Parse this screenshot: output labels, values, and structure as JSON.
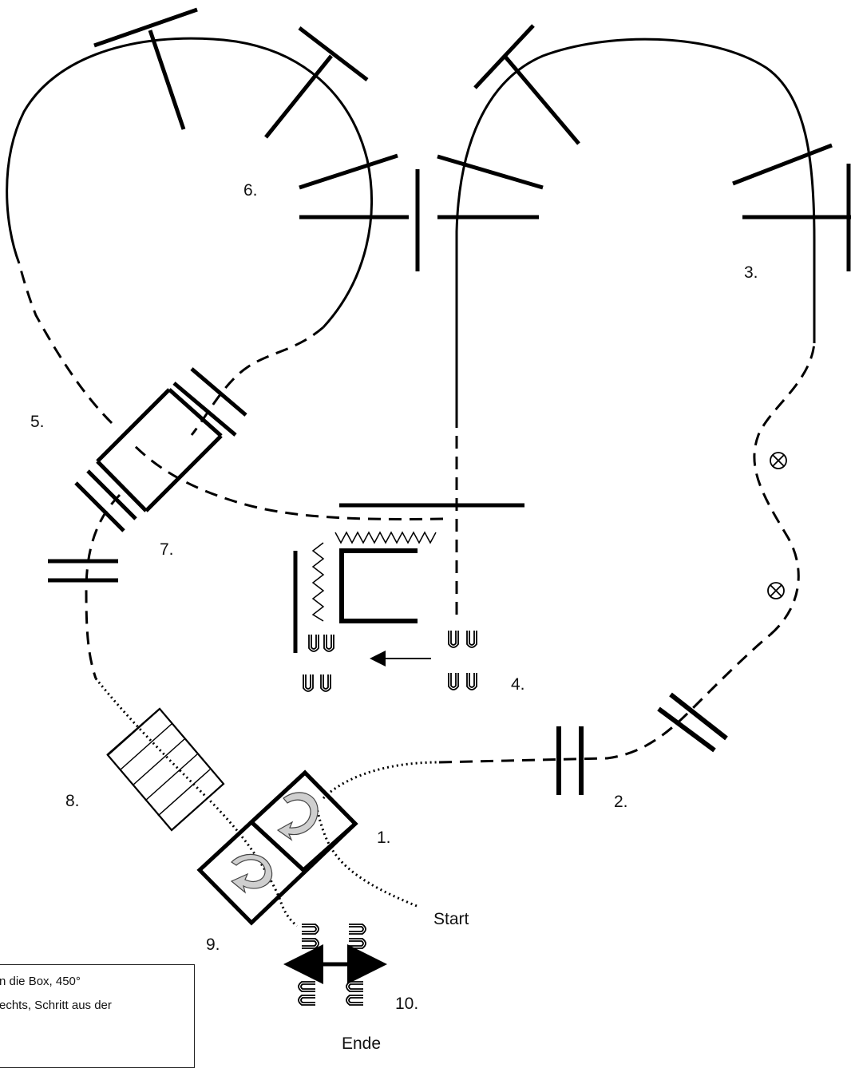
{
  "diagram": {
    "station_labels": [
      "1.",
      "2.",
      "3.",
      "4.",
      "5.",
      "6.",
      "7.",
      "8.",
      "9.",
      "10."
    ],
    "start_label": "Start",
    "end_label": "Ende"
  },
  "legend": {
    "line1": "n die Box, 450°",
    "line2": "echts, Schritt aus der"
  }
}
